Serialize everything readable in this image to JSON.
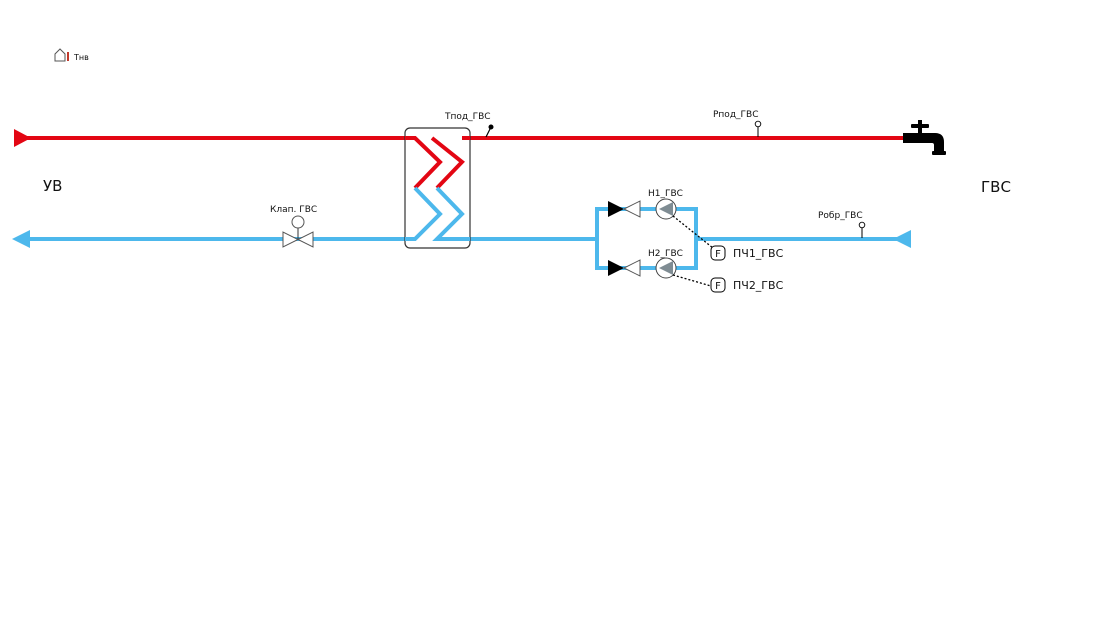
{
  "header": {
    "outdoor_temp_label": "Тнв",
    "icons": [
      "house-icon",
      "thermometer-icon"
    ]
  },
  "colors": {
    "supply": "#e30613",
    "return": "#4db8ec",
    "frame": "#333333",
    "pump_fill": "#7f8c93",
    "ink": "#000000"
  },
  "endpoints": {
    "left_label": "УВ",
    "right_label": "ГВС"
  },
  "sensors": {
    "t_supply": "Тпод_ГВС",
    "p_supply": "Рпод_ГВС",
    "p_return": "Робр_ГВС"
  },
  "valve": {
    "label": "Клап. ГВС"
  },
  "pumps": [
    {
      "label": "Н1_ГВС",
      "drive_badge": "F",
      "drive_label": "ПЧ1_ГВС"
    },
    {
      "label": "Н2_ГВС",
      "drive_badge": "F",
      "drive_label": "ПЧ2_ГВС"
    }
  ]
}
